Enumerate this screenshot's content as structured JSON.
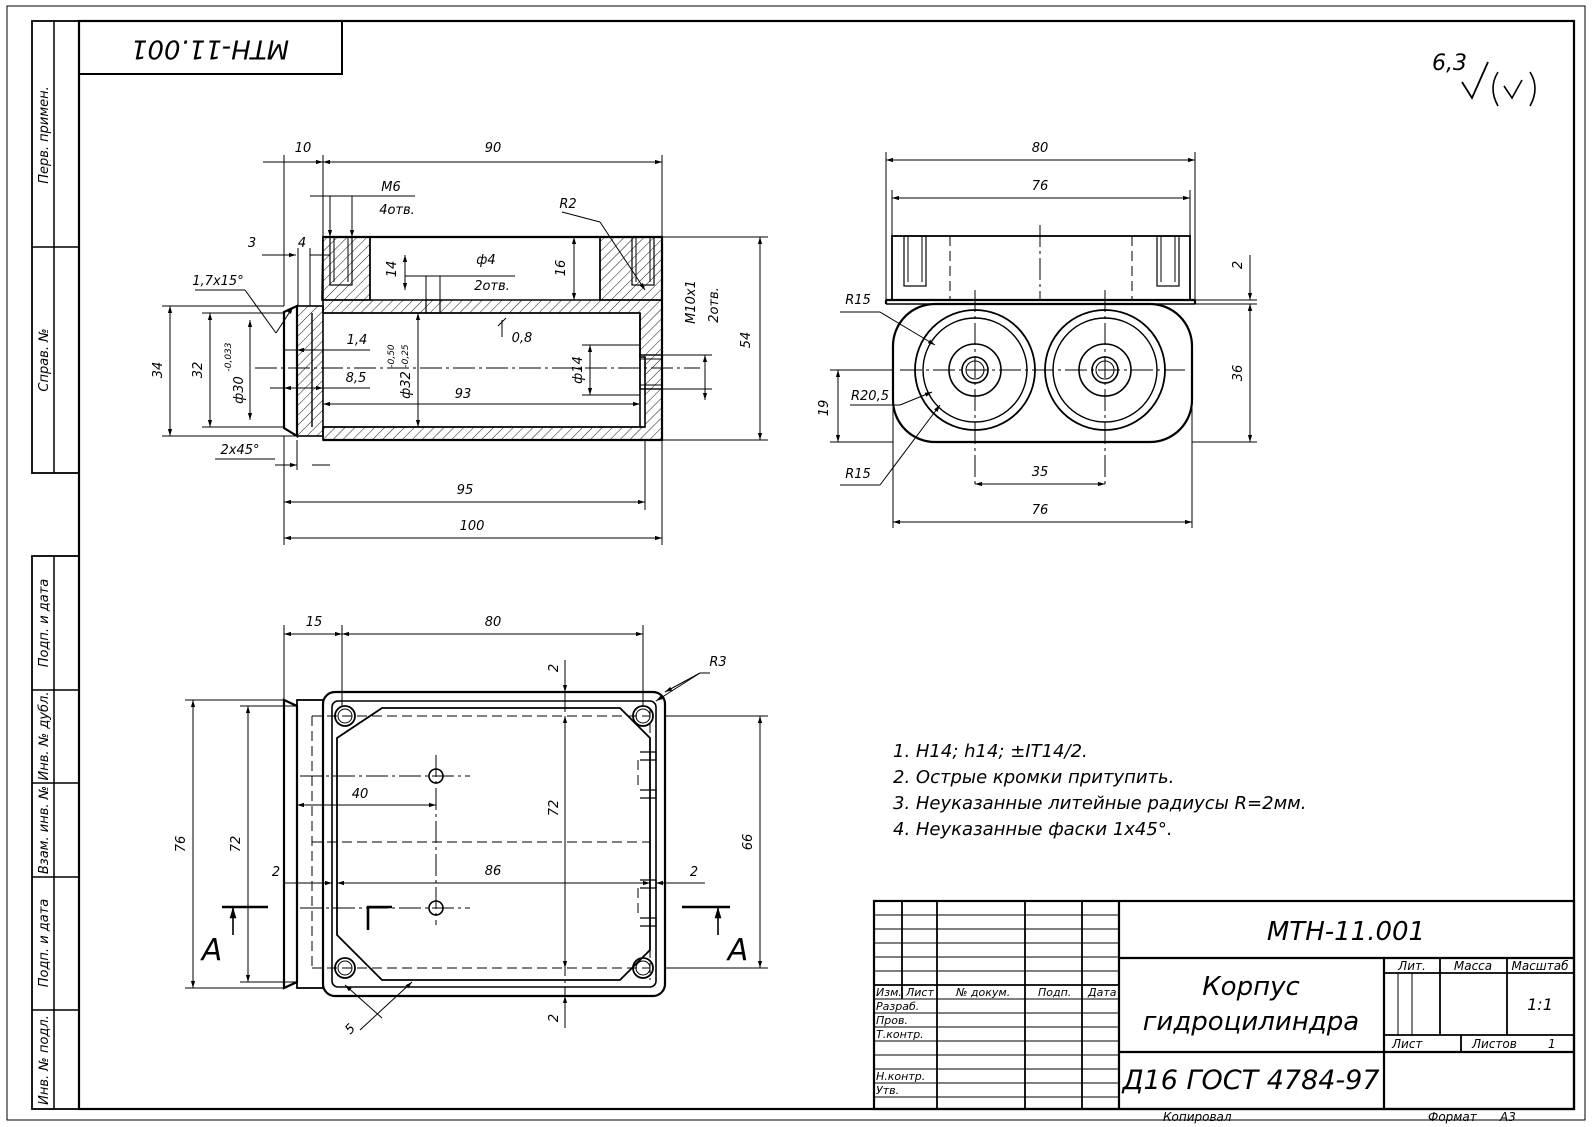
{
  "drawing": {
    "code": "МТН-11.001",
    "code_rotated": "МТН-11.001",
    "title_line1": "Корпус",
    "title_line2": "гидроцилиндра",
    "material": "Д16 ГОСТ 4784-97",
    "roughness_value": "6,3",
    "scale": "1:1",
    "sheet_label": "Лист",
    "sheets_label": "Листов",
    "sheets_count": "1",
    "copied_label": "Копировал",
    "format_label": "Формат",
    "format_value": "А3"
  },
  "side_strip": [
    "Перв. примен.",
    "Справ. №",
    "Подп. и дата",
    "Инв. № дубл.",
    "Взам. инв. №",
    "Подп. и дата",
    "Инв. № подл."
  ],
  "title_block": {
    "col_headers": [
      "Изм.",
      "Лист",
      "№ докум.",
      "Подп.",
      "Дата"
    ],
    "row_labels": [
      "Разраб.",
      "Пров.",
      "Т.контр.",
      "Н.контр.",
      "Утв."
    ],
    "lit_label": "Лит.",
    "mass_label": "Масса",
    "scale_label": "Масштаб"
  },
  "notes": [
    "1. H14; h14; ±IT14/2.",
    "2. Острые кромки притупить.",
    "3. Неуказанные литейные радиусы R=2мм.",
    "4. Неуказанные фаски 1х45°."
  ],
  "section_view": {
    "dims": {
      "d10": "10",
      "d90": "90",
      "m6": "M6",
      "m6_holes": "4отв.",
      "r2": "R2",
      "d3": "3",
      "d4": "4",
      "ch17": "1,7х15°",
      "d14v": "14",
      "phi4": "ф4",
      "holes2": "2отв.",
      "d16": "16",
      "m10": "M10х1",
      "m10_holes": "2отв.",
      "d54": "54",
      "d34": "34",
      "d32": "32",
      "phi30": "ф30",
      "tol30": "-0,033",
      "d1_4": "1,4",
      "d8_5": "8,5",
      "phi32": "ф32",
      "tol32a": "-0,50",
      "tol32b": "-0,25",
      "d0_8": "0,8",
      "phi14": "ф14",
      "d93": "93",
      "ch2": "2х45°",
      "d95": "95",
      "d100": "100"
    }
  },
  "end_view": {
    "dims": {
      "d80": "80",
      "d76a": "76",
      "d2": "2",
      "r15a": "R15",
      "r20_5": "R20,5",
      "r15b": "R15",
      "d19": "19",
      "d36": "36",
      "d35": "35",
      "d76b": "76"
    }
  },
  "plan_view": {
    "dims": {
      "d15": "15",
      "d80": "80",
      "r3": "R3",
      "d2top": "2",
      "d76": "76",
      "d72a": "72",
      "d40": "40",
      "d72b": "72",
      "d2l": "2",
      "d86": "86",
      "d2r": "2",
      "d66": "66",
      "d2bot": "2",
      "d5": "5",
      "sec_a": "А",
      "sec_b": "А"
    }
  }
}
